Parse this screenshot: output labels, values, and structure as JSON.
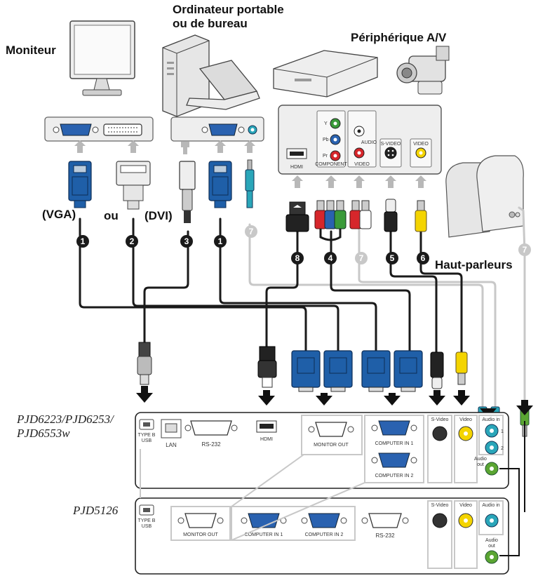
{
  "labels": {
    "moniteur": "Moniteur",
    "ordinateur_line1": "Ordinateur portable",
    "ordinateur_line2": "ou de bureau",
    "peripherique": "Périphérique A/V",
    "haut_parleurs": "Haut-parleurs",
    "vga": "(VGA)",
    "ou": "ou",
    "dvi": "(DVI)"
  },
  "models": {
    "top_line1": "PJD6223/PJD6253/",
    "top_line2": "PJD6553w",
    "bottom": "PJD5126"
  },
  "av_panel": {
    "hdmi": "HDMI",
    "component": "COMPONENT",
    "video1": "VIDEO",
    "audio": "AUDIO",
    "svideo": "S-VIDEO",
    "video2": "VIDEO",
    "y": "Y",
    "pb": "Pb",
    "pr": "Pr"
  },
  "projector_top": {
    "type_b_usb_1": "TYPE B",
    "type_b_usb_2": "USB",
    "lan": "LAN",
    "rs232": "RS-232",
    "hdmi": "HDMI",
    "monitor_out": "MONITOR OUT",
    "computer_in_1": "COMPUTER IN 1",
    "computer_in_2": "COMPUTER IN 2",
    "s_video": "S-Video",
    "video": "Video",
    "audio_in": "Audio in",
    "audio_in_1": "1",
    "audio_in_2": "2",
    "audio_out_1": "Audio",
    "audio_out_2": "out"
  },
  "projector_bottom": {
    "type_b_usb_1": "TYPE B",
    "type_b_usb_2": "USB",
    "monitor_out": "MONITOR OUT",
    "computer_in_1": "COMPUTER IN 1",
    "computer_in_2": "COMPUTER IN 2",
    "rs232": "RS-232",
    "s_video": "S-Video",
    "video": "Video",
    "audio_in": "Audio in",
    "audio_out_1": "Audio",
    "audio_out_2": "out"
  },
  "cable_numbers": {
    "vga_left": "1",
    "dvi": "2",
    "usb": "3",
    "vga_right": "1",
    "component": "4",
    "svideo": "5",
    "video": "6",
    "audio_left": "7",
    "audio_mid": "7",
    "audio_right": "7",
    "hdmi": "8"
  },
  "colors": {
    "black": "#1a1a1a",
    "gray_cable": "#c8c8c8",
    "vga_blue": "#1f5fa8",
    "rca_red": "#d6262b",
    "rca_green": "#3a9a3a",
    "rca_blue": "#2a62b0",
    "rca_yellow": "#f4d400",
    "audio_cyan": "#2aa6b9",
    "audio_green": "#5aa532",
    "panel_bg": "#f2f2f2"
  }
}
